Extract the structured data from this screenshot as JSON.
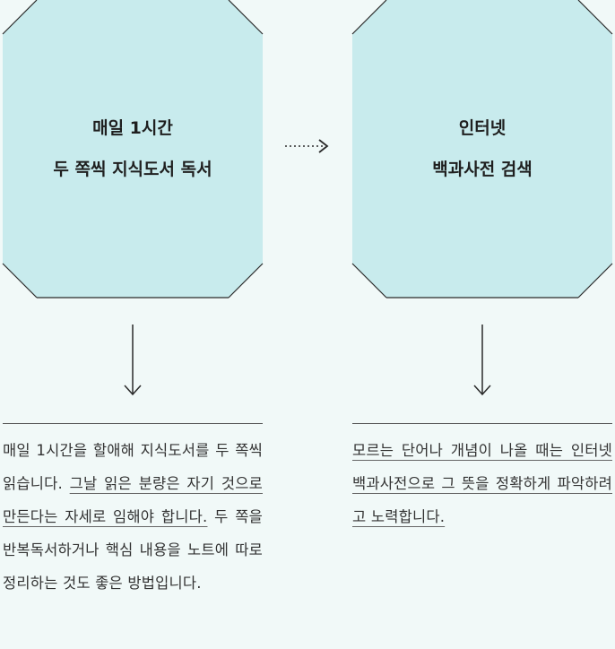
{
  "colors": {
    "background": "#f1f9f8",
    "box_fill": "#c8ebed",
    "line": "#2a2a2a"
  },
  "left_box": {
    "line1": "매일 1시간",
    "line2": "두 쪽씩 지식도서 독서"
  },
  "right_box": {
    "line1": "인터넷",
    "line2": "백과사전 검색"
  },
  "left_desc": {
    "part1": "매일 1시간을 할애해 지식도서를 두 쪽씩 읽습니다. ",
    "underlined": "그날 읽은 분량은 자기 것으로 만든다는 자세로 임해야 합니다.",
    "part2": " 두 쪽을 반복독서하거나 핵심 내용을 노트에 따로 정리하는 것도 좋은 방법입니다."
  },
  "right_desc": {
    "underlined": "모르는 단어나 개념이 나올 때는 인터넷 백과사전으로 그 뜻을 정확하게 파악하려고 노력합니다."
  }
}
